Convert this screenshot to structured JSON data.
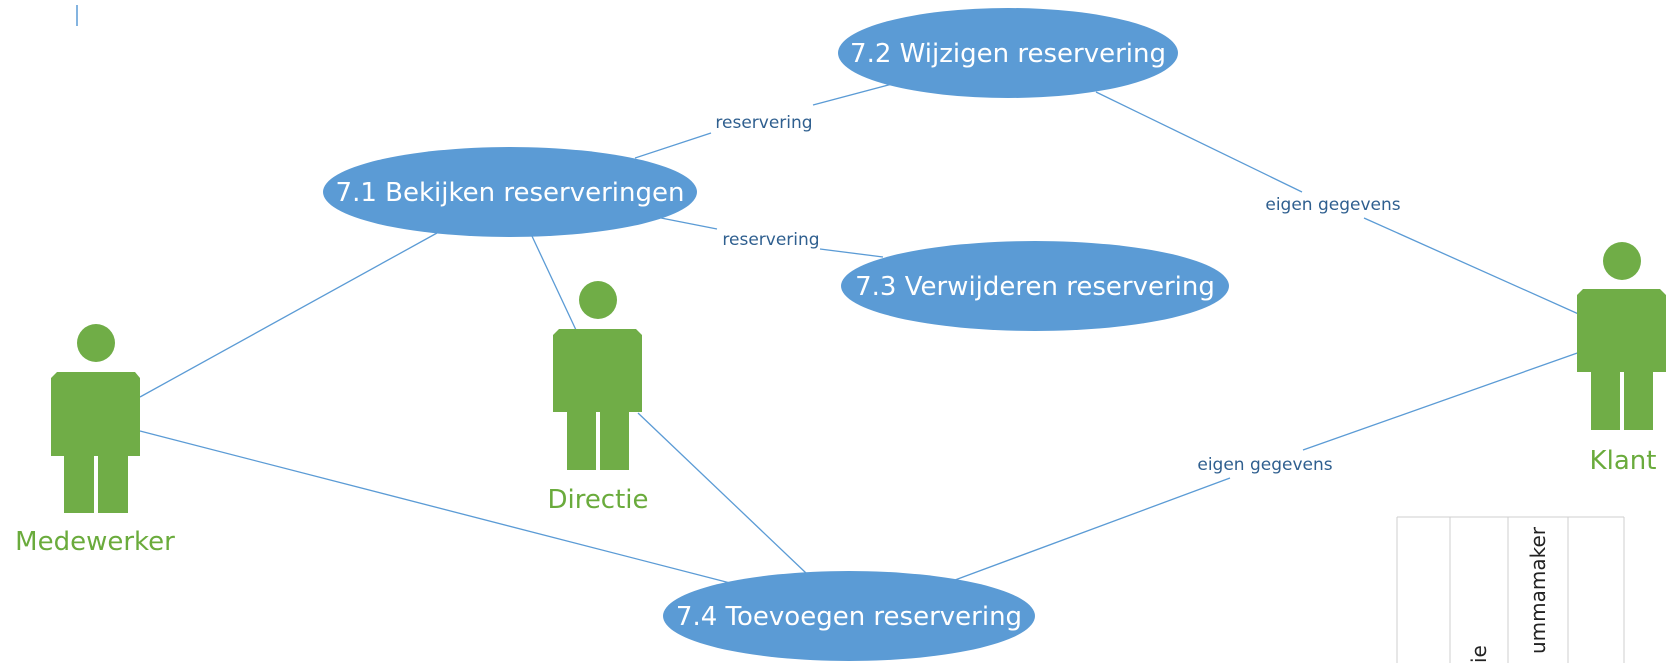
{
  "colors": {
    "usecase_fill": "#5b9bd5",
    "actor_fill": "#70ad47",
    "line": "#5b9bd5",
    "edge_label": "#2f5f8f",
    "actor_label": "#6aab3c"
  },
  "use_cases": {
    "uc_7_1": "7.1 Bekijken reserveringen",
    "uc_7_2": "7.2 Wijzigen reservering",
    "uc_7_3": "7.3 Verwijderen reservering",
    "uc_7_4": "7.4 Toevoegen reservering"
  },
  "actors": {
    "medewerker": "Medewerker",
    "directie": "Directie",
    "klant": "Klant"
  },
  "edge_labels": {
    "e_71_72": "reservering",
    "e_71_73": "reservering",
    "e_klant_72": "eigen gegevens",
    "e_klant_74": "eigen gegevens"
  },
  "table_fragment": {
    "col2": "ie",
    "col3": "ummamaker"
  }
}
